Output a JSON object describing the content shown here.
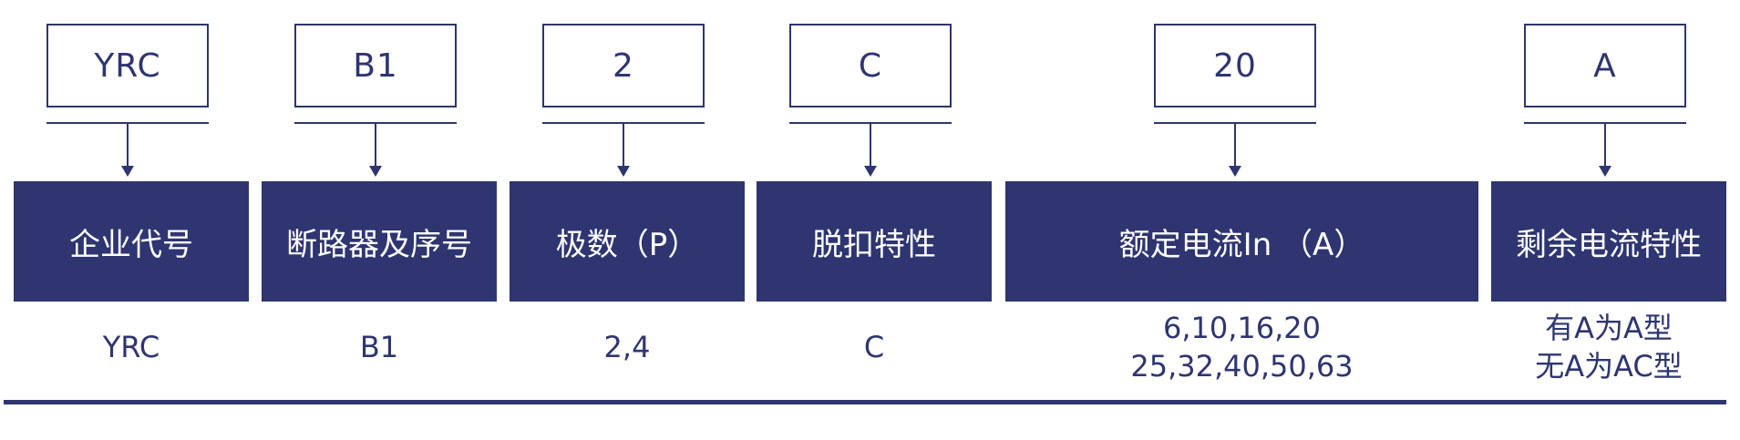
{
  "columns": [
    {
      "code": "YRC",
      "header": "企业代号",
      "values": [
        "YRC"
      ]
    },
    {
      "code": "B1",
      "header": "断路器及序号",
      "values": [
        "B1"
      ]
    },
    {
      "code": "2",
      "header": "极数（P）",
      "values": [
        "2,4"
      ]
    },
    {
      "code": "C",
      "header": "脱扣特性",
      "values": [
        "C"
      ]
    },
    {
      "code": "20",
      "header": "额定电流In （A）",
      "values": [
        "6,10,16,20",
        "25,32,40,50,63"
      ]
    },
    {
      "code": "A",
      "header": "剩余电流特性",
      "values": [
        "有A为A型",
        "无A为AC型"
      ]
    }
  ],
  "colors": {
    "primary": "#2e3571",
    "header_text": "#ffffff",
    "background": "#ffffff"
  }
}
